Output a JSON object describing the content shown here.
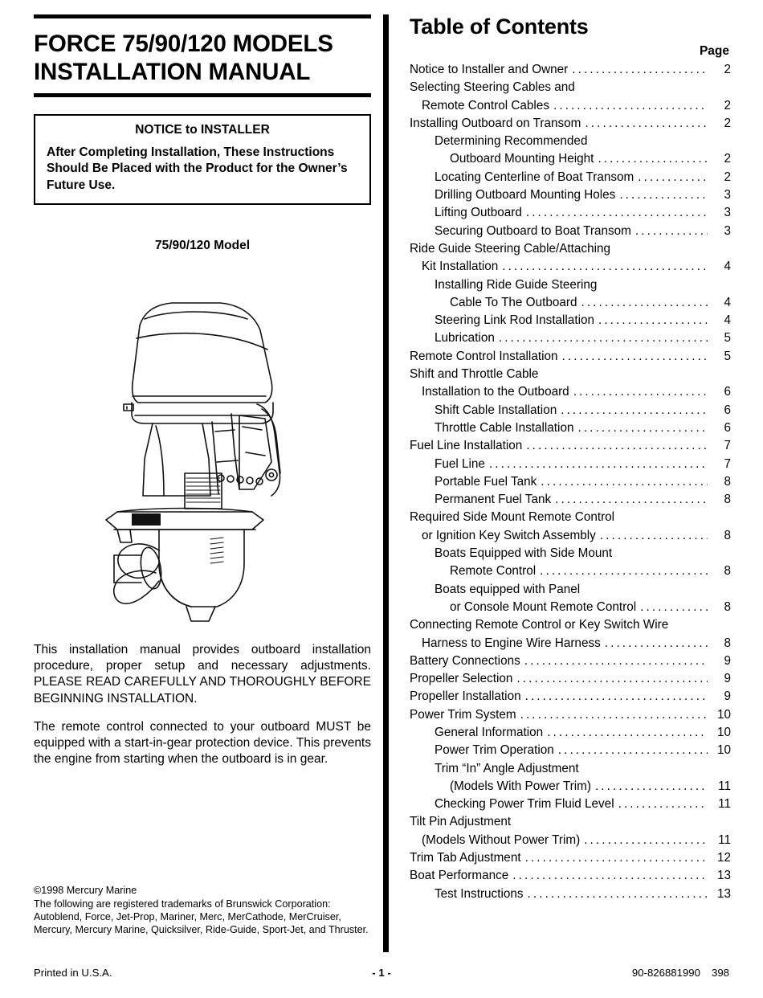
{
  "document": {
    "title_line1": "FORCE 75/90/120 MODELS",
    "title_line2": "INSTALLATION MANUAL",
    "notice": {
      "heading": "NOTICE to INSTALLER",
      "body": "After Completing Installation, These Instructions Should Be Placed with the Product for the Owner’s Future Use."
    },
    "model_label": "75/90/120 Model",
    "intro": {
      "paragraph1": "This installation manual provides outboard installation procedure, proper setup and necessary adjustments. PLEASE READ CAREFULLY AND THOROUGHLY BEFORE BEGINNING INSTALLATION.",
      "paragraph2": "The remote control connected to your outboard MUST be equipped with a start-in-gear protection device. This prevents the engine from starting when the outboard is in gear."
    },
    "copyright": {
      "line1": "©1998 Mercury Marine",
      "line2": "The following are registered trademarks of Brunswick Corporation: Autoblend, Force, Jet-Prop, Mariner, Merc, MerCathode, MerCruiser, Mercury, Mercury Marine, Quicksilver, Ride-Guide, Sport-Jet, and Thruster."
    }
  },
  "toc": {
    "title": "Table of Contents",
    "page_header": "Page",
    "entries": [
      {
        "label": "Notice to Installer and Owner",
        "page": "2",
        "indent": 0,
        "dots": true
      },
      {
        "label": "Selecting Steering Cables and",
        "page": "",
        "indent": 0,
        "dots": false
      },
      {
        "label": "Remote Control Cables",
        "page": "2",
        "indent": 1,
        "dots": true
      },
      {
        "label": "Installing Outboard on Transom",
        "page": "2",
        "indent": 0,
        "dots": true
      },
      {
        "label": "Determining Recommended",
        "page": "",
        "indent": 2,
        "dots": false
      },
      {
        "label": "Outboard Mounting Height",
        "page": "2",
        "indent": 3,
        "dots": true
      },
      {
        "label": "Locating Centerline of Boat Transom",
        "page": "2",
        "indent": 2,
        "dots": true
      },
      {
        "label": "Drilling Outboard Mounting Holes",
        "page": "3",
        "indent": 2,
        "dots": true
      },
      {
        "label": "Lifting Outboard",
        "page": "3",
        "indent": 2,
        "dots": true
      },
      {
        "label": "Securing Outboard to Boat Transom",
        "page": "3",
        "indent": 2,
        "dots": true
      },
      {
        "label": "Ride Guide Steering Cable/Attaching",
        "page": "",
        "indent": 0,
        "dots": false
      },
      {
        "label": "Kit Installation",
        "page": "4",
        "indent": 1,
        "dots": true
      },
      {
        "label": "Installing Ride Guide Steering",
        "page": "",
        "indent": 2,
        "dots": false
      },
      {
        "label": "Cable To The Outboard",
        "page": "4",
        "indent": 3,
        "dots": true
      },
      {
        "label": "Steering Link Rod Installation",
        "page": "4",
        "indent": 2,
        "dots": true
      },
      {
        "label": "Lubrication",
        "page": "5",
        "indent": 2,
        "dots": true
      },
      {
        "label": "Remote Control Installation",
        "page": "5",
        "indent": 0,
        "dots": true
      },
      {
        "label": "Shift and Throttle Cable",
        "page": "",
        "indent": 0,
        "dots": false
      },
      {
        "label": "Installation to the Outboard",
        "page": "6",
        "indent": 1,
        "dots": true
      },
      {
        "label": "Shift Cable Installation",
        "page": "6",
        "indent": 2,
        "dots": true
      },
      {
        "label": "Throttle Cable Installation",
        "page": "6",
        "indent": 2,
        "dots": true
      },
      {
        "label": "Fuel Line Installation",
        "page": "7",
        "indent": 0,
        "dots": true
      },
      {
        "label": "Fuel Line",
        "page": "7",
        "indent": 2,
        "dots": true
      },
      {
        "label": "Portable Fuel Tank",
        "page": "8",
        "indent": 2,
        "dots": true
      },
      {
        "label": "Permanent Fuel Tank",
        "page": "8",
        "indent": 2,
        "dots": true
      },
      {
        "label": "Required Side Mount Remote Control",
        "page": "",
        "indent": 0,
        "dots": false
      },
      {
        "label": "or Ignition Key Switch Assembly",
        "page": "8",
        "indent": 1,
        "dots": true
      },
      {
        "label": "Boats Equipped with Side Mount",
        "page": "",
        "indent": 2,
        "dots": false
      },
      {
        "label": "Remote Control",
        "page": "8",
        "indent": 3,
        "dots": true
      },
      {
        "label": "Boats equipped with Panel",
        "page": "",
        "indent": 2,
        "dots": false
      },
      {
        "label": "or Console Mount Remote Control",
        "page": "8",
        "indent": 3,
        "dots": true
      },
      {
        "label": "Connecting Remote Control or Key Switch Wire",
        "page": "",
        "indent": 0,
        "dots": false
      },
      {
        "label": "Harness to Engine Wire Harness",
        "page": "8",
        "indent": 1,
        "dots": true
      },
      {
        "label": "Battery Connections",
        "page": "9",
        "indent": 0,
        "dots": true
      },
      {
        "label": "Propeller Selection",
        "page": "9",
        "indent": 0,
        "dots": true
      },
      {
        "label": "Propeller Installation",
        "page": "9",
        "indent": 0,
        "dots": true
      },
      {
        "label": "Power Trim System",
        "page": "10",
        "indent": 0,
        "dots": true
      },
      {
        "label": "General Information",
        "page": "10",
        "indent": 2,
        "dots": true
      },
      {
        "label": "Power Trim Operation",
        "page": "10",
        "indent": 2,
        "dots": true
      },
      {
        "label": "Trim “In” Angle Adjustment",
        "page": "",
        "indent": 2,
        "dots": false
      },
      {
        "label": "(Models With Power Trim)",
        "page": "11",
        "indent": 3,
        "dots": true
      },
      {
        "label": "Checking Power Trim Fluid Level",
        "page": "11",
        "indent": 2,
        "dots": true
      },
      {
        "label": "Tilt Pin Adjustment",
        "page": "",
        "indent": 0,
        "dots": false
      },
      {
        "label": "(Models Without Power Trim)",
        "page": "11",
        "indent": 1,
        "dots": true
      },
      {
        "label": "Trim Tab Adjustment",
        "page": "12",
        "indent": 0,
        "dots": true
      },
      {
        "label": "Boat Performance",
        "page": "13",
        "indent": 0,
        "dots": true
      },
      {
        "label": "Test Instructions",
        "page": "13",
        "indent": 2,
        "dots": true
      }
    ]
  },
  "footer": {
    "printed_in": "Printed in U.S.A.",
    "page_number": "- 1 -",
    "part_number": "90-826881990",
    "revision": "398"
  },
  "illustration": {
    "alt": "line drawing of Force 75/90/120 outboard motor, side view"
  }
}
